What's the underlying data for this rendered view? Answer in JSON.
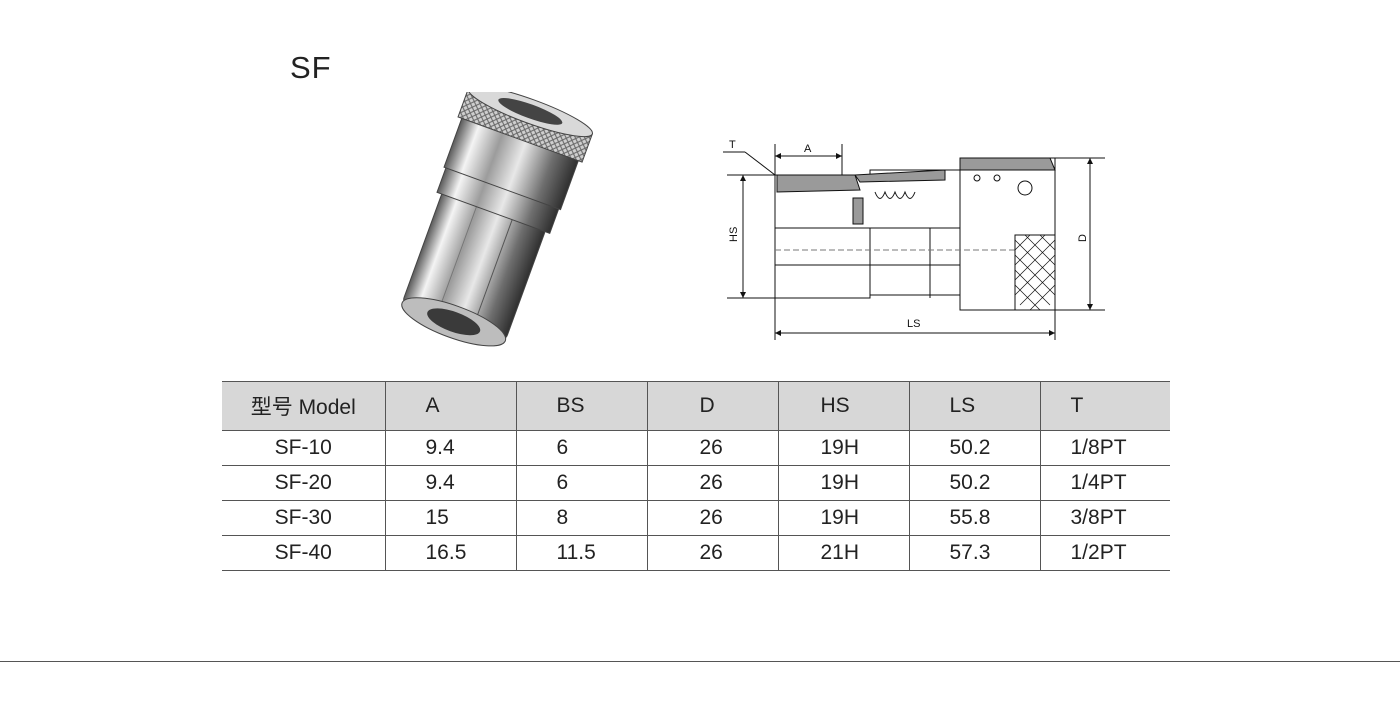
{
  "title": "SF",
  "diagram_labels": {
    "t": "T",
    "a": "A",
    "hs": "HS",
    "d": "D",
    "ls": "LS"
  },
  "table": {
    "headers": [
      "型号 Model",
      "A",
      "BS",
      "D",
      "HS",
      "LS",
      "T"
    ],
    "rows": [
      [
        "SF-10",
        "9.4",
        "6",
        "26",
        "19H",
        "50.2",
        "1/8PT"
      ],
      [
        "SF-20",
        "9.4",
        "6",
        "26",
        "19H",
        "50.2",
        "1/4PT"
      ],
      [
        "SF-30",
        "15",
        "8",
        "26",
        "19H",
        "55.8",
        "3/8PT"
      ],
      [
        "SF-40",
        "16.5",
        "11.5",
        "26",
        "21H",
        "57.3",
        "1/2PT"
      ]
    ]
  },
  "colors": {
    "header_bg": "#d7d7d7",
    "rule": "#555555",
    "diagram_fill": "#9a9a9a"
  }
}
